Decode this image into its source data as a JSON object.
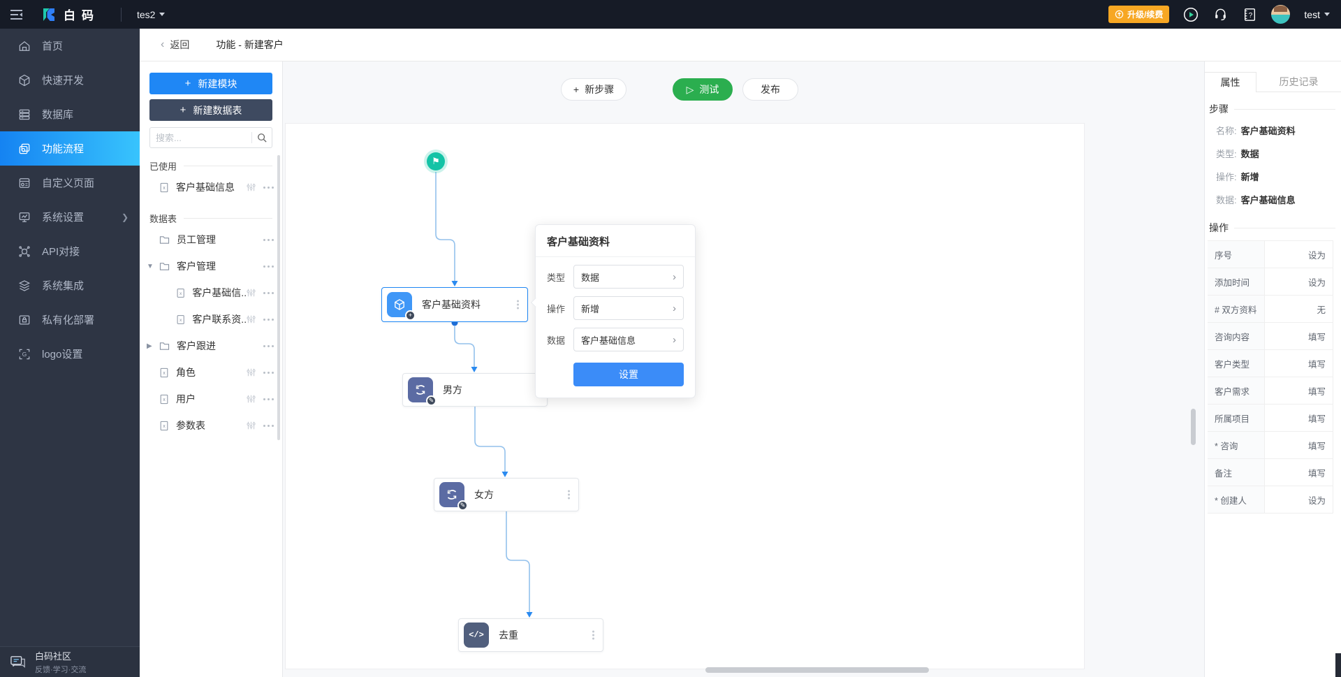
{
  "colors": {
    "accent": "#1f87f5",
    "green": "#2bae4f",
    "teal": "#14c3a6",
    "orange": "#f7a723",
    "topbar_bg": "#161b26",
    "sidebar_bg": "#2e3544"
  },
  "topbar": {
    "brand": "白码",
    "workspace": "tes2",
    "upgrade": "升级/续费",
    "username": "test"
  },
  "sidebar": {
    "items": [
      {
        "label": "首页"
      },
      {
        "label": "快速开发"
      },
      {
        "label": "数据库"
      },
      {
        "label": "功能流程"
      },
      {
        "label": "自定义页面"
      },
      {
        "label": "系统设置"
      },
      {
        "label": "API对接"
      },
      {
        "label": "系统集成"
      },
      {
        "label": "私有化部署"
      },
      {
        "label": "logo设置"
      }
    ],
    "community": {
      "title": "白码社区",
      "subtitle": "反馈·学习·交流"
    }
  },
  "header": {
    "back": "返回",
    "title": "功能 - 新建客户"
  },
  "panel": {
    "new_module": "新建模块",
    "new_table": "新建数据表",
    "search_placeholder": "搜索...",
    "used_section": "已使用",
    "used_items": [
      {
        "label": "客户基础信息"
      }
    ],
    "tables_section": "数据表",
    "tree": [
      {
        "label": "员工管理"
      },
      {
        "label": "客户管理"
      },
      {
        "label": "客户基础信..."
      },
      {
        "label": "客户联系资..."
      },
      {
        "label": "客户跟进"
      },
      {
        "label": "角色"
      },
      {
        "label": "用户"
      },
      {
        "label": "参数表"
      }
    ]
  },
  "canvas": {
    "toolbar": {
      "new_step": "新步骤",
      "test": "测试",
      "publish": "发布"
    },
    "nodes": [
      {
        "label": "客户基础资料"
      },
      {
        "label": "男方"
      },
      {
        "label": "女方"
      },
      {
        "label": "去重"
      }
    ],
    "popup": {
      "title": "客户基础资料",
      "fields": [
        {
          "label": "类型",
          "value": "数据"
        },
        {
          "label": "操作",
          "value": "新增"
        },
        {
          "label": "数据",
          "value": "客户基础信息"
        }
      ],
      "button": "设置"
    }
  },
  "properties": {
    "tabs": [
      {
        "label": "属性"
      },
      {
        "label": "历史记录"
      }
    ],
    "step_section": "步骤",
    "step_info": [
      {
        "label": "名称:",
        "value": "客户基础资料"
      },
      {
        "label": "类型:",
        "value": "数据"
      },
      {
        "label": "操作:",
        "value": "新增"
      },
      {
        "label": "数据:",
        "value": "客户基础信息"
      }
    ],
    "action_section": "操作",
    "action_rows": [
      {
        "field": "序号",
        "action": "设为"
      },
      {
        "field": "添加时间",
        "action": "设为"
      },
      {
        "field": "# 双方资料",
        "action": "无"
      },
      {
        "field": "咨询内容",
        "action": "填写"
      },
      {
        "field": "客户类型",
        "action": "填写"
      },
      {
        "field": "客户需求",
        "action": "填写"
      },
      {
        "field": "所属项目",
        "action": "填写"
      },
      {
        "field": "* 咨询",
        "action": "填写"
      },
      {
        "field": "备注",
        "action": "填写"
      },
      {
        "field": "* 创建人",
        "action": "设为"
      }
    ]
  }
}
